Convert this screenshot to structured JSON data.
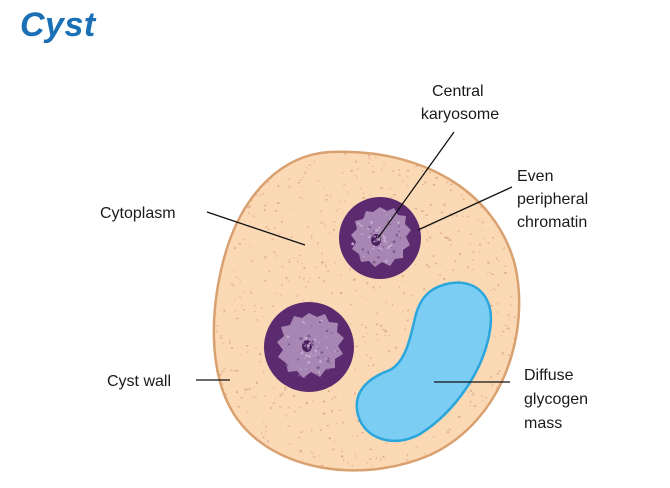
{
  "title": "Cyst",
  "labels": {
    "central_karyosome": [
      "Central",
      "karyosome"
    ],
    "even_peripheral_chromatin": [
      "Even",
      "peripheral",
      "chromatin"
    ],
    "cytoplasm": [
      "Cytoplasm"
    ],
    "cyst_wall": [
      "Cyst wall"
    ],
    "diffuse_glycogen_mass": [
      "Diffuse",
      "glycogen",
      "mass"
    ]
  },
  "colors": {
    "title": "#1a6fb5",
    "cyst_fill": "#fbd9b5",
    "cyst_wall": "#d9a070",
    "cytoplasm_speckle": "#d9a585",
    "nucleus_ring": "#5c2a6e",
    "nucleus_inner": "#a786b3",
    "karyosome": "#4a1f5c",
    "glycogen_fill": "#7ccdf4",
    "glycogen_edge": "#2aa6dc",
    "leader": "#111111"
  }
}
